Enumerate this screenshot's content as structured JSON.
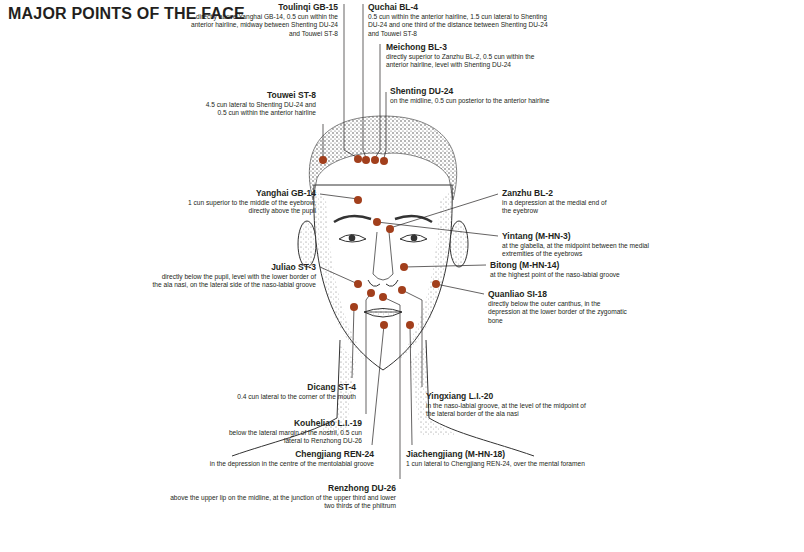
{
  "diagram": {
    "title": "MAJOR POINTS OF THE FACE",
    "labels": [
      "Toulinqi GB-15",
      "directly above Yanghai GB-14, 0.5 cun within the anterior hairline, midway between Shenting DU-24 and Touwei ST-8",
      "Quchai BL-4",
      "0.5 cun within the anterior hairline, 1.5 cun lateral to Shenting DU-24 and one third of the distance between Shenting DU-24 and Touwei ST-8",
      "Meichong BL-3",
      "directly superior to Zanzhu BL-2, 0.5 cun within the anterior hairline, level with Shenting DU-24",
      "Touwei ST-8",
      "4.5 cun lateral to Shenting DU-24 and 0.5 cun within the anterior hairline",
      "Shenting DU-24",
      "on the midline, 0.5 cun posterior to the anterior hairline",
      "Yanghai GB-14",
      "1 cun superior to the middle of the eyebrow, directly above the pupil",
      "Zanzhu BL-2",
      "in a depression at the medial end of the eyebrow",
      "Yintang (M-HN-3)",
      "at the glabella, at the midpoint between the medial extremities of the eyebrows",
      "Bitong (M-HN-14)",
      "at the highest point of the naso-labial groove",
      "Juliao ST-3",
      "directly below the pupil, level with the lower border of the ala nasi, on the lateral side of the naso-labial groove",
      "Quanliao SI-18",
      "directly below the outer canthus, in the depression at the lower border of the zygomatic bone",
      "Dicang ST-4",
      "0.4 cun lateral to the corner of the mouth",
      "Yingxiang L.I.-20",
      "in the naso-labial groove, at the level of the midpoint of the lateral border of the ala nasi",
      "Kouheliao L.I.-19",
      "below the lateral margin of the nostril, 0.5 cun lateral to Renzhong DU-26",
      "Chengjiang REN-24",
      "in the depression in the centre of the mentolabial groove",
      "Jiachengjiang (M-HN-18)",
      "1 cun lateral to Chengjiang REN-24, over the mental foramen",
      "Renzhong DU-26",
      "above the upper lip on the midline, at the junction of the upper third and lower two thirds of the philtrum"
    ]
  }
}
